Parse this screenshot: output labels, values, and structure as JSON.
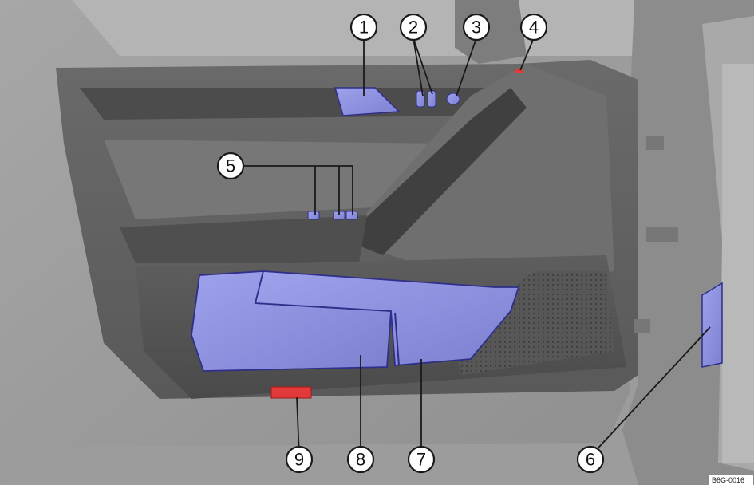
{
  "figure": {
    "reference_code": "B6G-0016",
    "callouts": [
      {
        "label": "1"
      },
      {
        "label": "2"
      },
      {
        "label": "3"
      },
      {
        "label": "4"
      },
      {
        "label": "5"
      },
      {
        "label": "6"
      },
      {
        "label": "7"
      },
      {
        "label": "8"
      },
      {
        "label": "9"
      }
    ]
  },
  "colors": {
    "highlight": "#8b8fdc",
    "highlight_edge": "#2f2f8a",
    "warning_light": "#e23a3a"
  }
}
